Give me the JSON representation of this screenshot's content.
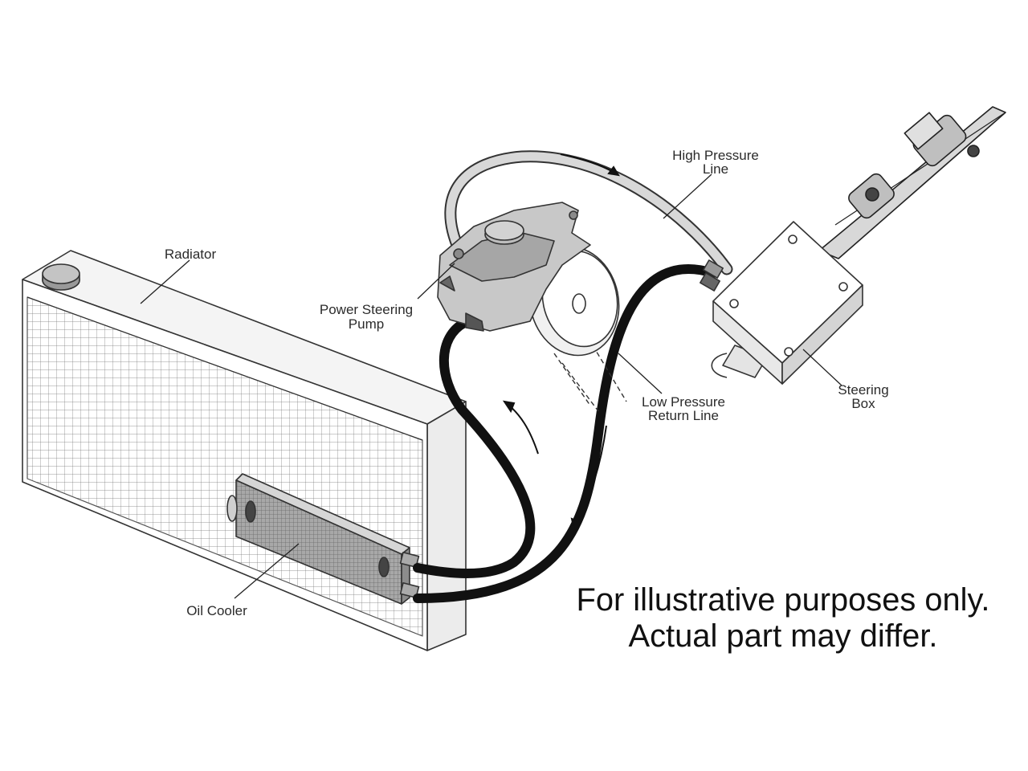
{
  "labels": {
    "radiator": "Radiator",
    "pump_line1": "Power Steering",
    "pump_line2": "Pump",
    "high_line1": "High Pressure",
    "high_line2": "Line",
    "low_line1": "Low Pressure",
    "low_line2": "Return Line",
    "box_line1": "Steering",
    "box_line2": "Box",
    "oil_cooler": "Oil Cooler"
  },
  "disclaimer": {
    "line1": "For illustrative purposes only.",
    "line2": "Actual part may differ."
  }
}
